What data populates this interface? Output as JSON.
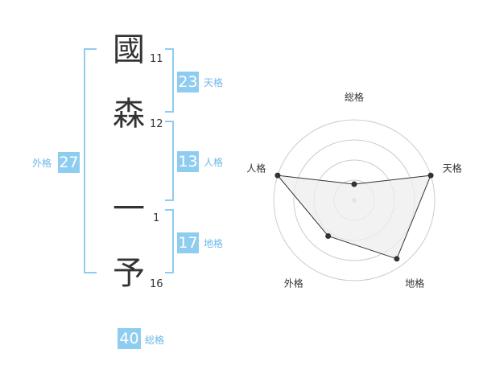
{
  "name_chars": [
    {
      "char": "國",
      "strokes": "11"
    },
    {
      "char": "森",
      "strokes": "12"
    },
    {
      "char": "一",
      "strokes": "1"
    },
    {
      "char": "予",
      "strokes": "16"
    }
  ],
  "kakusu": {
    "tenkaku": {
      "value": "23",
      "label": "天格"
    },
    "jinkaku": {
      "value": "13",
      "label": "人格"
    },
    "chikaku": {
      "value": "17",
      "label": "地格"
    },
    "gaikaku": {
      "value": "27",
      "label": "外格"
    },
    "soukaku": {
      "value": "40",
      "label": "総格"
    }
  },
  "chart_data": {
    "type": "radar",
    "axes": [
      "総格",
      "天格",
      "地格",
      "外格",
      "人格"
    ],
    "values": [
      0.2,
      1.0,
      0.9,
      0.55,
      1.0
    ],
    "rings": 4,
    "colors": {
      "fill": "#eeeeee",
      "stroke": "#333333",
      "grid": "#cccccc",
      "accent": "#8fcdf0"
    }
  }
}
